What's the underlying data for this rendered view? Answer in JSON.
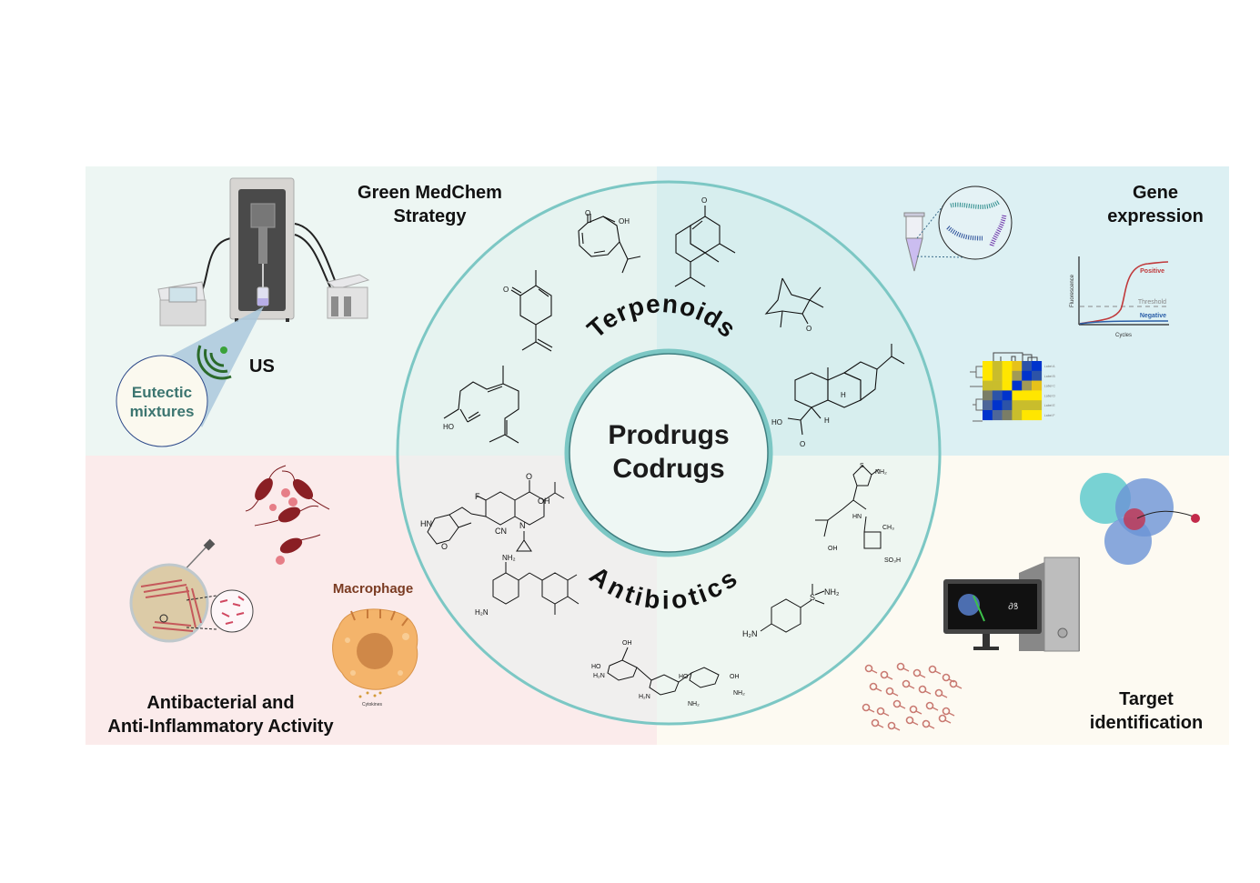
{
  "colors": {
    "top_left_bg": "#edf6f3",
    "top_right_bg": "#dcf0f3",
    "bottom_left_bg": "#fbebeb",
    "bottom_right_bg": "#fdfaf2",
    "ring_outer_stroke": "#7cc7c4",
    "ring_inner_stroke": "#3f7f80",
    "eutectic_text": "#3c7570",
    "macrophage_title": "#7a3b22",
    "positive_curve": "#c0393b",
    "negative_curve": "#2b5fa8"
  },
  "center": {
    "line1": "Prodrugs",
    "line2": "Codrugs"
  },
  "ring_labels": {
    "top": "Terpenoids",
    "bottom": "Antibiotics"
  },
  "panels": {
    "top_left": {
      "title_line1": "Green MedChem",
      "title_line2": "Strategy",
      "ultrasound_label": "US",
      "bubble_line1": "Eutectic",
      "bubble_line2": "mixtures",
      "icons": [
        "ultrasonic-reactor-icon",
        "controller-unit-icon",
        "chiller-unit-icon",
        "ultrasound-wave-icon"
      ]
    },
    "top_right": {
      "title_line1": "Gene",
      "title_line2": "expression",
      "qpcr_chart": {
        "xlabel": "Cycles",
        "ylabel": "Fluorescence",
        "positive_label": "Positive",
        "threshold_label": "Threshold",
        "negative_label": "Negative"
      },
      "heatmap": {
        "row_labels": [
          "Label A",
          "Label B",
          "Label C",
          "Label D",
          "Label E",
          "Label F"
        ],
        "colors": [
          [
            "#ffe600",
            "#c9bd2c",
            "#ffe600",
            "#e6c21a",
            "#2c53a8",
            "#0033cc"
          ],
          [
            "#ffe600",
            "#c9bd2c",
            "#ffe600",
            "#a19a55",
            "#0033cc",
            "#2c53a8"
          ],
          [
            "#c9bd2c",
            "#c9bd2c",
            "#ffe600",
            "#0033cc",
            "#a19a55",
            "#e6c21a"
          ],
          [
            "#7a7d66",
            "#2c53a8",
            "#0033cc",
            "#ffe600",
            "#ffe600",
            "#ffe600"
          ],
          [
            "#4d6699",
            "#0033cc",
            "#2c53a8",
            "#c9bd2c",
            "#c9bd2c",
            "#c9bd2c"
          ],
          [
            "#0033cc",
            "#4d6699",
            "#7a7d66",
            "#c9bd2c",
            "#ffe600",
            "#ffe600"
          ]
        ]
      }
    },
    "bottom_left": {
      "title_line1": "Antibacterial and",
      "title_line2": "Anti-Inflammatory Activity",
      "macrophage_label": "Macrophage",
      "cytokines_label": "Cytokines"
    },
    "bottom_right": {
      "title_line1": "Target",
      "title_line2": "identification"
    }
  },
  "molecules": {
    "terpenoids": [
      "tropolone",
      "carvone",
      "nootkatone",
      "camphor",
      "linalool-like",
      "abietic acid"
    ],
    "antibiotics": [
      "fluoroquinolone",
      "trimethoprim",
      "aztreonam",
      "sulfanilamide",
      "tobramycin"
    ],
    "atom_labels": {
      "o": "O",
      "oh": "OH",
      "ho": "HO",
      "h": "H",
      "f": "F",
      "n": "N",
      "hn": "HN",
      "nh2": "NH₂",
      "h2n": "H₂N",
      "cn": "CN",
      "s": "S",
      "so3h": "SO₃H",
      "ch3": "CH₃"
    }
  }
}
